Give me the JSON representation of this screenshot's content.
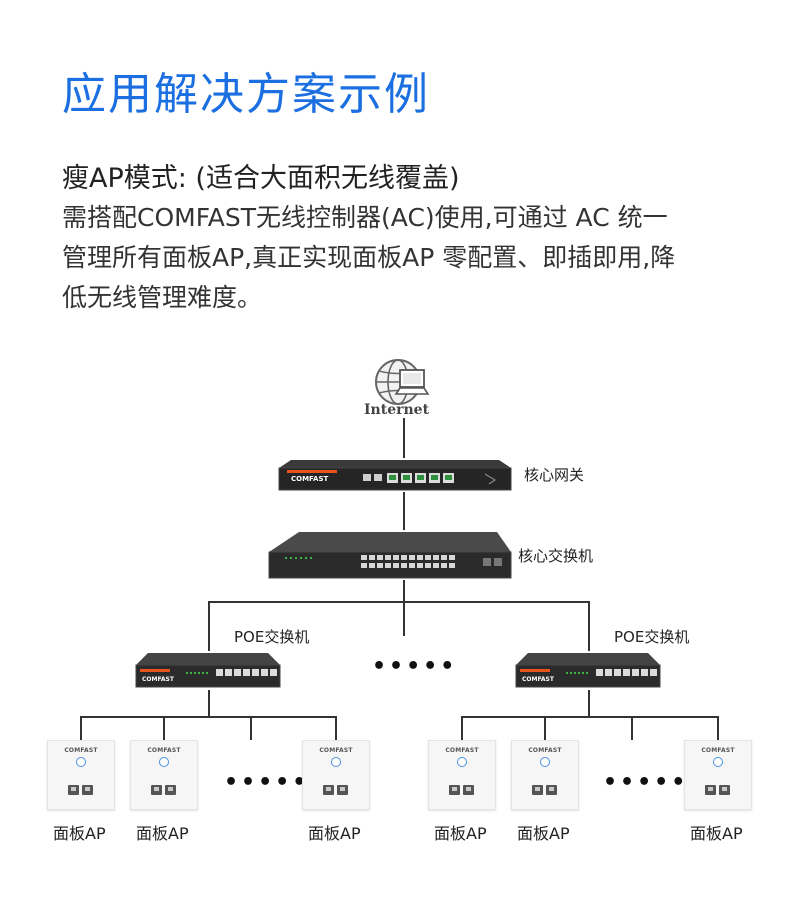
{
  "title": "应用解决方案示例",
  "subtitle": "瘦AP模式: (适合大面积无线覆盖)",
  "description_lines": [
    "需搭配COMFAST无线控制器(AC)使用,可通过 AC 统一",
    "管理所有面板AP,真正实现面板AP 零配置、即插即用,降",
    "低无线管理难度。"
  ],
  "diagram": {
    "internet_label": "Internet",
    "core_gateway_label": "核心网关",
    "core_switch_label": "核心交换机",
    "poe_switch_left_label": "POE交换机",
    "poe_switch_right_label": "POE交换机",
    "ellipsis_middle": "•••••",
    "ellipsis_left": "•••••",
    "ellipsis_right": "•••••",
    "brand": "COMFAST",
    "ap_labels": [
      "面板AP",
      "面板AP",
      "面板AP",
      "面板AP",
      "面板AP",
      "面板AP"
    ]
  },
  "colors": {
    "title": "#1b6fe0",
    "device_body": "#2b2b2b",
    "brand_orange": "#e8541c",
    "port_green": "#3cb44a"
  }
}
